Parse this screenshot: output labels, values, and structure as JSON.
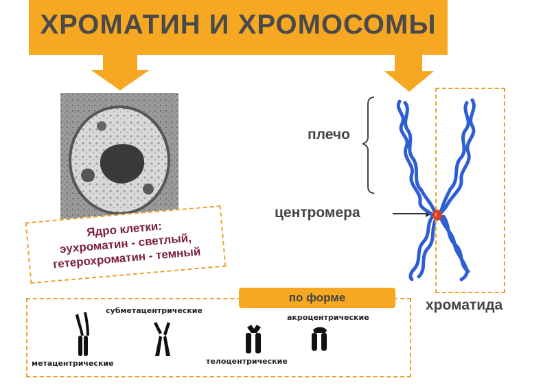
{
  "title": "ХРОМАТИН И ХРОМОСОМЫ",
  "nucleus_caption": [
    "Ядро клетки:",
    "эухроматин - светлый,",
    "гетерохроматин - темный"
  ],
  "chromosome_labels": {
    "arm": "плечо",
    "centromere": "центромера",
    "chromatid": "хроматида"
  },
  "shape_section": {
    "header": "по форме",
    "types": {
      "metacentric": "метацентрические",
      "submetacentric": "субметацентрические",
      "telocentric": "телоцентрические",
      "acrocentric": "акроцентрические"
    }
  },
  "colors": {
    "accent_orange": "#f7a823",
    "chromosome_blue": "#2d5fd3",
    "centromere_red": "#d6402a",
    "caption_text": "#7a2040"
  }
}
